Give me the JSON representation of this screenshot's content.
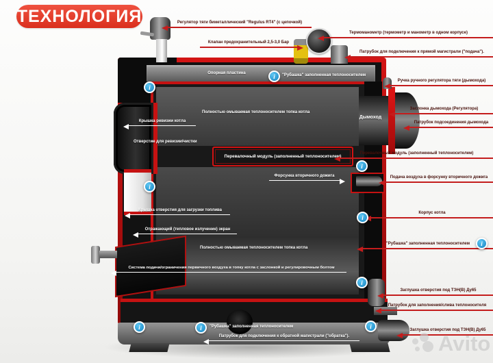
{
  "title": "ТЕХНОЛОГИЯ",
  "watermark": "Avito",
  "info_glyph": "i",
  "colors": {
    "badge_red": "#e0412e",
    "cut_edge_red": "#c51212",
    "callout_line_red": "#c41c1c",
    "callout_text": "#47100b",
    "info_blue": "#2aa0dc"
  },
  "labels": {
    "top": {
      "regulator": "Регулятор тяги биметаллический \"Regulus RT4\" (с цепочкой)",
      "safety_valve": "Клапан предохранительный 2,5-3,0 Бар",
      "thermomanometer": "Термоманометр (термометр и манометр в одном корпусе)",
      "supply_pipe": "Патрубок для подключения  к прямой магистрали (\"подача\")."
    },
    "right": {
      "draft_handle": "Ручка ручного регулятора тяги (дымохода)",
      "damper": "Заслонка дымохода (Регулятора)",
      "chimney_pipe": "Патрубок подсоединения дымохода",
      "transfer_module": "Перевалочный модуль (заполненный теплоносителем)",
      "air_to_nozzle": "Подача воздуха в форсунку вторичного дожига",
      "boiler_body": "Корпус котла",
      "jacket": "\"Рубашка\" заполненная теплоносителем",
      "ten_plug_upper": "Заглушка отверстия под ТЭН(В) Ду65",
      "fill_drain_pipe": "Патрубок для заполнения/слива теплоносителя",
      "ten_plug_lower": "Заглушка отверстия под ТЭН(В) Ду65"
    },
    "inside": {
      "support_plate": "Опорная пластина",
      "jacket_top": "\"Рубашка\" заполненная теплоносителем",
      "firebox_upper": "Полностью омываемая теплоносителем топка котла",
      "revision_cover": "Крышка ревизии котла",
      "revision_hole": "Отверстие для ревизии/чистки",
      "transfer_module_box": "Перевалочный модуль (заполненный теплоносителем)",
      "secondary_nozzle": "Форсунка вторичного дожига",
      "chimney": "Дымоход",
      "load_cover": "Крышка отверстия для загрузки топлива",
      "reflector": "Отражающий (тепловое излучение) экран",
      "firebox_lower": "Полностью омываемая теплоносителем топка котла",
      "primary_air_system": "Система подачи/ограничения первичного воздуха в топку котла с заслонкой и регулировочным болтом",
      "jacket_bottom": "\"Рубашка\" заполненная теплоносителем",
      "return_pipe": "Патрубок для подключения  к обратной магистрали (\"обратка\")."
    }
  }
}
